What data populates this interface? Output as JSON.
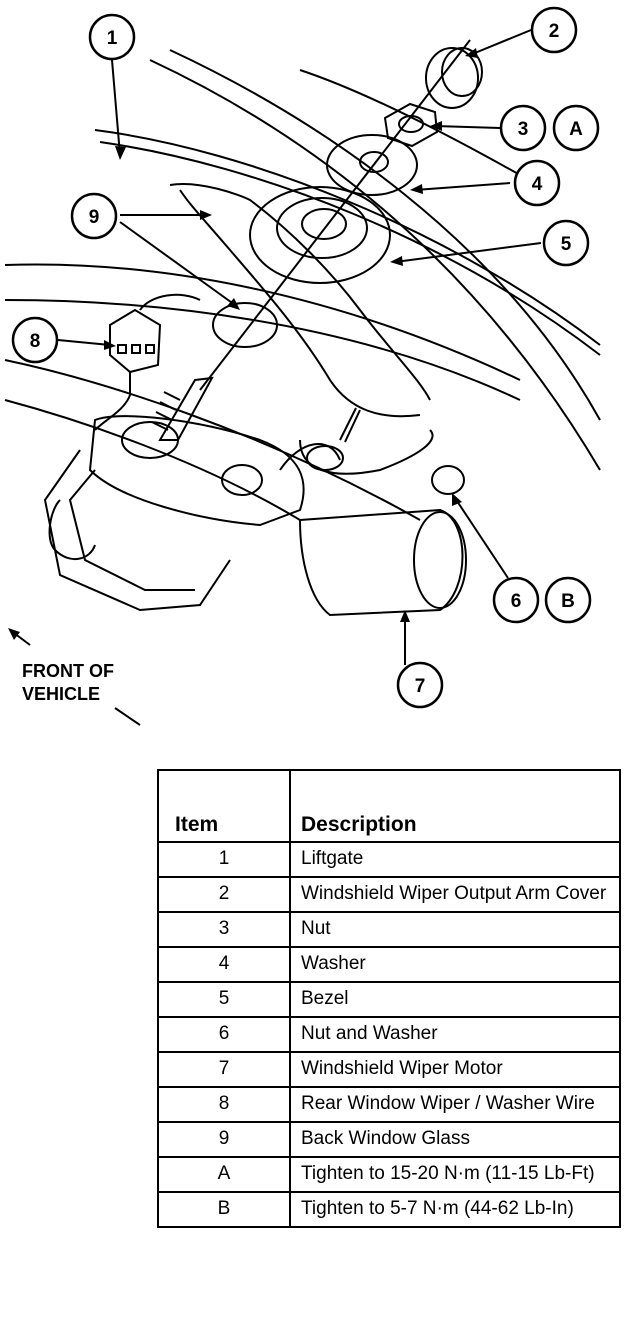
{
  "callouts": {
    "c1": "1",
    "c2": "2",
    "c3": "3",
    "c4": "4",
    "c5": "5",
    "c6": "6",
    "c7": "7",
    "c8": "8",
    "c9": "9",
    "cA": "A",
    "cB": "B"
  },
  "front_label": {
    "line1": "FRONT OF",
    "line2": "VEHICLE"
  },
  "table": {
    "headers": {
      "item": "Item",
      "description": "Description"
    },
    "rows": [
      {
        "item": "1",
        "description": "Liftgate"
      },
      {
        "item": "2",
        "description": "Windshield Wiper Output Arm Cover"
      },
      {
        "item": "3",
        "description": "Nut"
      },
      {
        "item": "4",
        "description": "Washer"
      },
      {
        "item": "5",
        "description": "Bezel"
      },
      {
        "item": "6",
        "description": "Nut and Washer"
      },
      {
        "item": "7",
        "description": "Windshield Wiper Motor"
      },
      {
        "item": "8",
        "description": "Rear Window Wiper / Washer Wire"
      },
      {
        "item": "9",
        "description": "Back Window Glass"
      },
      {
        "item": "A",
        "description": "Tighten to 15-20 N·m (11-15 Lb-Ft)"
      },
      {
        "item": "B",
        "description": "Tighten to 5-7 N·m (44-62 Lb-In)"
      }
    ]
  }
}
